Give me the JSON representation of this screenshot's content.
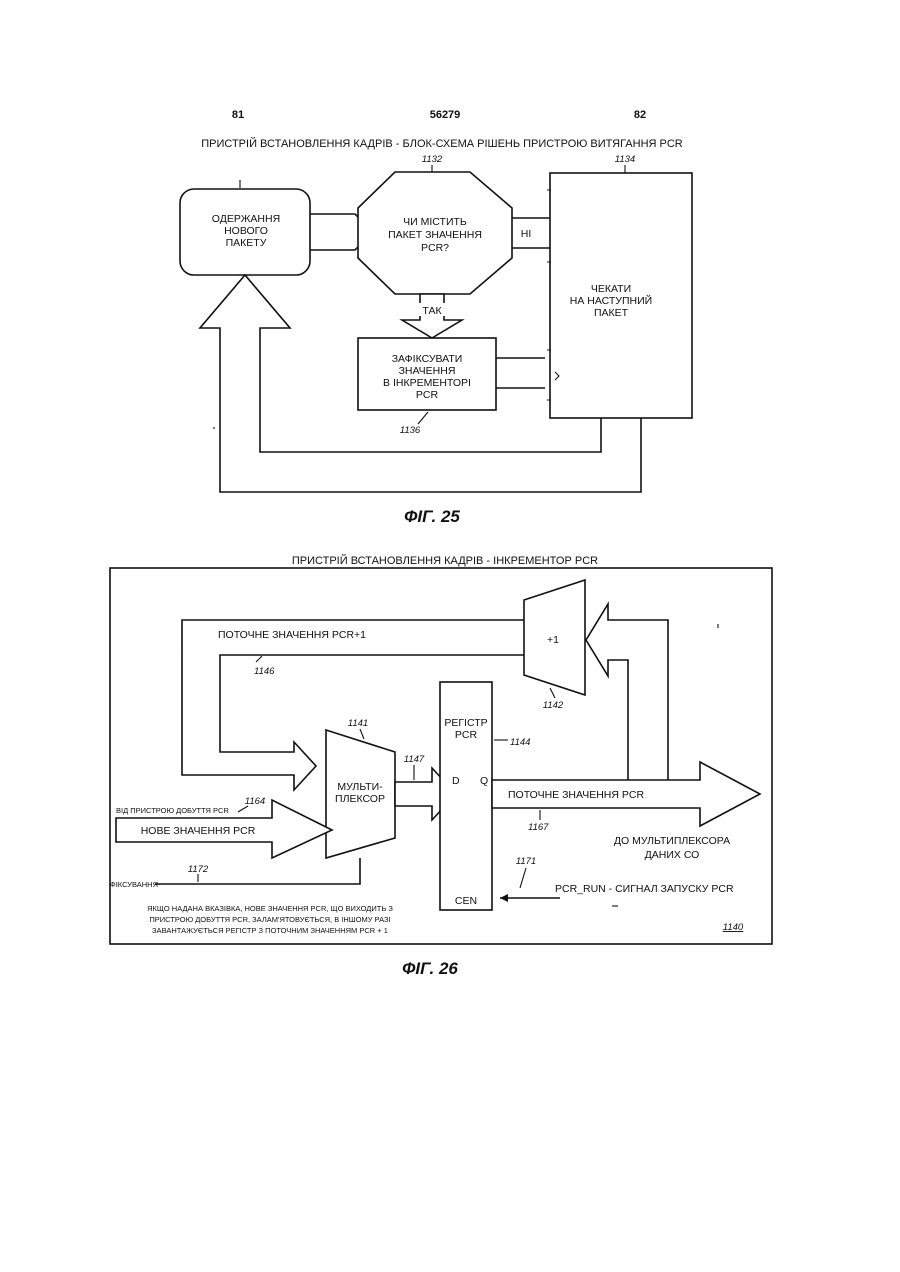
{
  "header": {
    "left": "81",
    "center": "56279",
    "right": "82"
  },
  "fig25": {
    "title": "ПРИСТРІЙ ВСТАНОВЛЕННЯ КАДРІВ - БЛОК-СХЕМА РІШЕНЬ ПРИСТРОЮ ВИТЯГАННЯ PCR",
    "receive_box": [
      "ОДЕРЖАННЯ",
      "НОВОГО",
      "ПАКЕТУ"
    ],
    "decision": [
      "ЧИ МІСТИТЬ",
      "ПАКЕТ ЗНАЧЕННЯ",
      "PCR?"
    ],
    "wait_box": [
      "ЧЕКАТИ",
      "НА НАСТУПНИЙ",
      "ПАКЕТ"
    ],
    "fix_box": [
      "ЗАФІКСУВАТИ",
      "ЗНАЧЕННЯ",
      "В ІНКРЕМЕНТОРІ",
      "PCR"
    ],
    "no_label": "НІ",
    "yes_label": "ТАК",
    "ref_1132": "1132",
    "ref_1134": "1134",
    "ref_1136": "1136",
    "caption": "ФІГ. 25"
  },
  "fig26": {
    "title": "ПРИСТРІЙ ВСТАНОВЛЕННЯ КАДРІВ - ІНКРЕМЕНТОР PCR",
    "current_plus1": "ПОТОЧНЕ ЗНАЧЕННЯ PCR+1",
    "plus_one": "+1",
    "register": [
      "РЕГІСТР",
      "PCR"
    ],
    "d_pin": "D",
    "q_pin": "Q",
    "cen_pin": "CEN",
    "mux": [
      "МУЛЬТИ-",
      "ПЛЕКСОР"
    ],
    "current_value": "ПОТОЧНЕ ЗНАЧЕННЯ PCR",
    "from_device": "ВІД ПРИСТРОЮ ДОБУТТЯ PCR",
    "new_value": "НОВЕ ЗНАЧЕННЯ PCR",
    "to_mux": [
      "ДО МУЛЬТИПЛЕКСОРА",
      "ДАНИХ СО"
    ],
    "pcr_run": "PCR_RUN - СИГНАЛ ЗАПУСКУ PCR",
    "fix_label": "ФІКСУВАННЯ",
    "note": [
      "ЯКЩО НАДАНА ВКАЗІВКА, НОВЕ ЗНАЧЕННЯ PCR, ЩО ВИХОДИТЬ З",
      "ПРИСТРОЮ ДОБУТТЯ PCR, ЗАЛАМ'ЯТОВУЄТЬСЯ, В ІНШОМУ РАЗІ",
      "ЗАВАНТАЖУЄТЬСЯ РЕГІСТР З ПОТОЧНИМ ЗНАЧЕННЯМ PCR + 1"
    ],
    "ref_1140": "1140",
    "ref_1141": "1141",
    "ref_1142": "1142",
    "ref_1144": "1144",
    "ref_1146": "1146",
    "ref_1147": "1147",
    "ref_1164": "1164",
    "ref_1167": "1167",
    "ref_1171": "1171",
    "ref_1172": "1172",
    "caption": "ФІГ. 26"
  }
}
